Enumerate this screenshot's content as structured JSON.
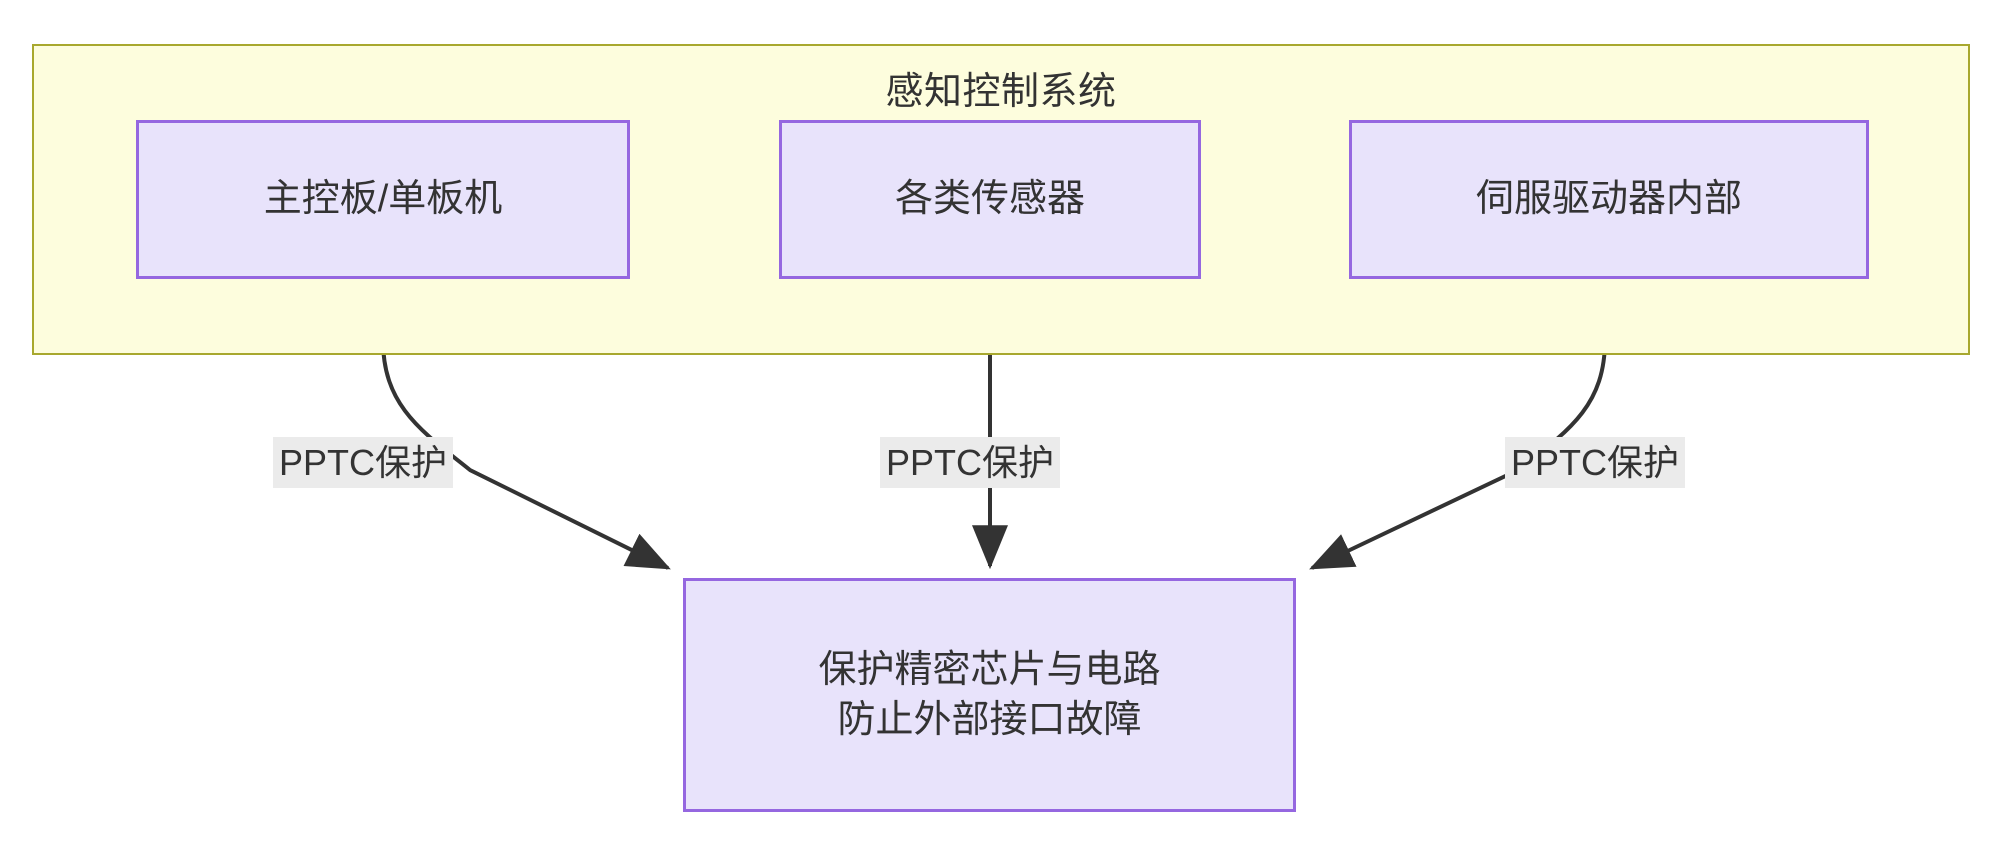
{
  "diagram": {
    "type": "flowchart",
    "direction": "top-down",
    "background_color": "#ffffff",
    "cluster": {
      "title": "感知控制系统",
      "fill_color": "#fdfddd",
      "border_color": "#a8a82e"
    },
    "node_style": {
      "fill_color": "#e8e3fb",
      "border_color": "#9567e0",
      "text_color": "#333333"
    },
    "nodes": [
      {
        "id": "mcu",
        "label": "主控板/单板机",
        "group": "感知控制系统"
      },
      {
        "id": "sensors",
        "label": "各类传感器",
        "group": "感知控制系统"
      },
      {
        "id": "servo",
        "label": "伺服驱动器内部",
        "group": "感知控制系统"
      },
      {
        "id": "outcome",
        "label": "保护精密芯片与电路\n防止外部接口故障",
        "group": null
      }
    ],
    "edges": [
      {
        "from": "mcu",
        "to": "outcome",
        "label": "PPTC保护"
      },
      {
        "from": "sensors",
        "to": "outcome",
        "label": "PPTC保护"
      },
      {
        "from": "servo",
        "to": "outcome",
        "label": "PPTC保护"
      }
    ],
    "edge_style": {
      "line_color": "#333333",
      "label_background": "#ebebeb"
    }
  }
}
